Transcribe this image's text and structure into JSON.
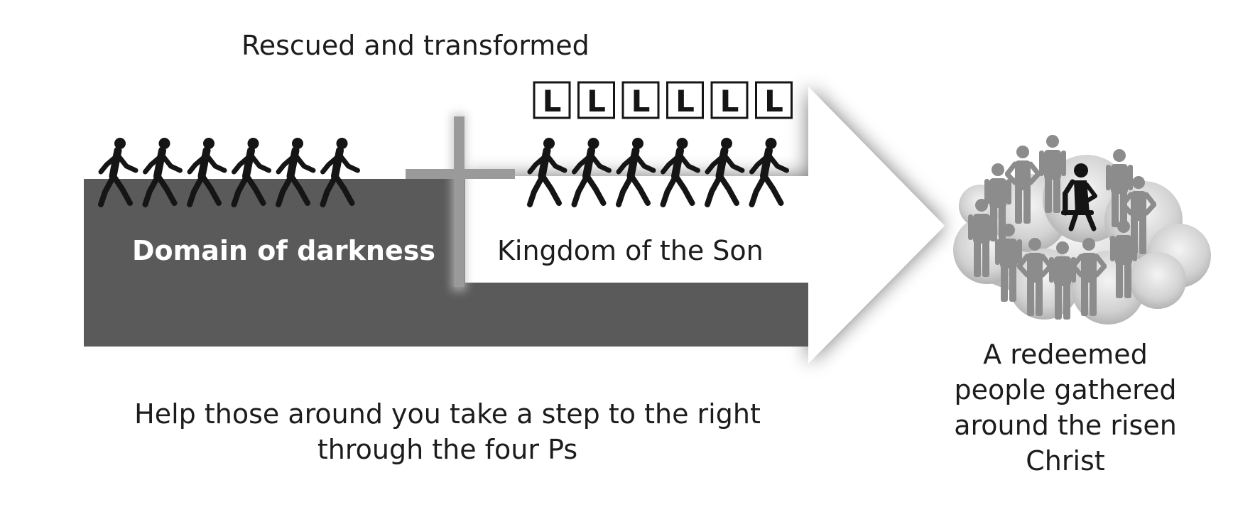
{
  "diagram": {
    "title": "Rescued and transformed",
    "darkness_label": "Domain of darkness",
    "kingdom_label": "Kingdom of the Son",
    "caption_line1": "Help those around you take a step to the right",
    "caption_line2": "through the four Ps",
    "cloud_caption_line1": "A redeemed",
    "cloud_caption_line2": "people gathered",
    "cloud_caption_line3": "around the risen",
    "cloud_caption_line4": "Christ",
    "letter_tile": "L",
    "letter_tile_count": 6,
    "walkers_left_count": 6,
    "walkers_right_count": 6,
    "icons": {
      "walker": "walking-person-icon",
      "cross": "cross-icon",
      "arrow": "arrow-icon",
      "cloud": "cloud-icon",
      "standing_person": "standing-person-icon",
      "seated_christ": "seated-person-icon",
      "learner_tile": "l-plate-icon"
    },
    "colors": {
      "darkness": "#5a5a5a",
      "cross": "#9a9a9a",
      "walker": "#151515",
      "crowd": "#8c8c8c",
      "text": "#1c1c1c"
    }
  }
}
